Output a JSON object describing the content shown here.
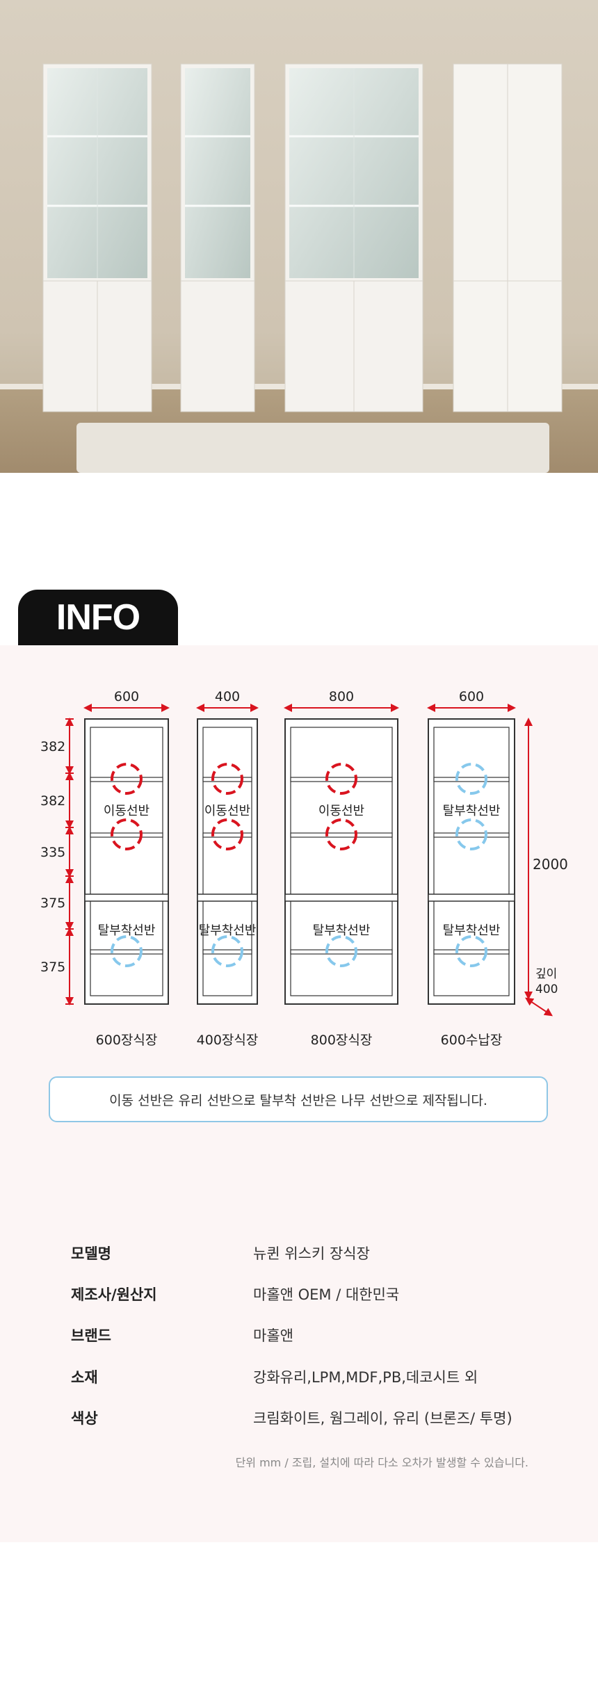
{
  "diagram": {
    "widths": [
      "600",
      "400",
      "800",
      "600"
    ],
    "row_heights": [
      "382",
      "382",
      "335",
      "375",
      "375"
    ],
    "shelf_labels": {
      "moving": "이동선반",
      "removable": "탈부착선반"
    },
    "total_height": "2000",
    "depth_label": "깊이",
    "depth_value": "400",
    "names": [
      "600장식장",
      "400장식장",
      "800장식장",
      "600수납장"
    ],
    "colors": {
      "dimension": "#d9141f",
      "moving": "#d9141f",
      "removable": "#86c8ec",
      "line": "#333333"
    }
  },
  "notice": "이동 선반은 유리 선반으로 탈부착 선반은 나무 선반으로 제작됩니다.",
  "specs": [
    {
      "key": "모델명",
      "value": "뉴퀸 위스키 장식장"
    },
    {
      "key": "제조사/원산지",
      "value": "마홀앤 OEM / 대한민국"
    },
    {
      "key": "브랜드",
      "value": "마홀앤"
    },
    {
      "key": "소재",
      "value": "강화유리,LPM,MDF,PB,데코시트 외"
    },
    {
      "key": "색상",
      "value": "크림화이트, 웜그레이, 유리 (브론즈/ 투명)"
    }
  ],
  "footnote": "단위 mm / 조립, 설치에 따라 다소 오차가 발생할 수 있습니다.",
  "info_tab": "INFO"
}
